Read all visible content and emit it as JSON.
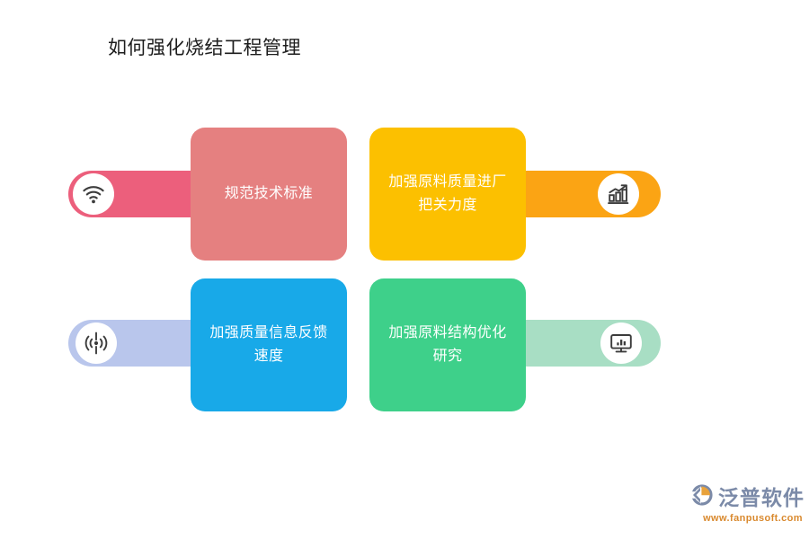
{
  "title": "如何强化烧结工程管理",
  "colors": {
    "background": "#ffffff",
    "title_text": "#1d1d1d",
    "card_text": "#ffffff",
    "card_red": "#e58080",
    "bar_red": "#ec5f7c",
    "card_yellow": "#fcc000",
    "bar_yellow": "#fba414",
    "card_blue": "#18a9e8",
    "bar_blue": "#b9c6ec",
    "card_green": "#3ed08a",
    "bar_green": "#a8dec4",
    "icon_stroke": "#3c3c3c",
    "logo_text": "#7b8aa8",
    "logo_url": "#d9892e"
  },
  "items": [
    {
      "id": "item-1",
      "label": "规范技术标准",
      "card_color": "#e58080",
      "bar_color": "#ec5f7c",
      "icon": "wifi-icon",
      "side": "left",
      "row": "top"
    },
    {
      "id": "item-2",
      "label": "加强原料质量进厂把关力度",
      "card_color": "#fcc000",
      "bar_color": "#fba414",
      "icon": "bar-chart-growth-icon",
      "side": "right",
      "row": "top"
    },
    {
      "id": "item-3",
      "label": "加强质量信息反馈速度",
      "card_color": "#18a9e8",
      "bar_color": "#b9c6ec",
      "icon": "broadcast-signal-icon",
      "side": "left",
      "row": "bottom"
    },
    {
      "id": "item-4",
      "label": "加强原料结构优化研究",
      "card_color": "#3ed08a",
      "bar_color": "#a8dec4",
      "icon": "monitor-chart-icon",
      "side": "right",
      "row": "bottom"
    }
  ],
  "logo": {
    "name": "泛普软件",
    "url": "www.fanpusoft.com"
  }
}
